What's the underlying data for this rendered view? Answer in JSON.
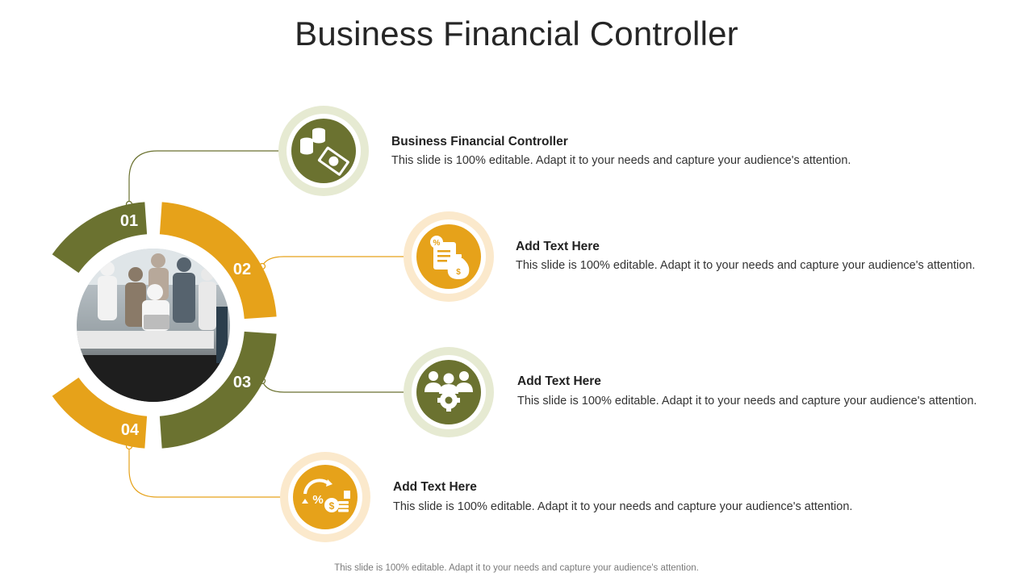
{
  "title": "Business Financial Controller",
  "colors": {
    "olive": "#6b7230",
    "gold": "#e6a21a",
    "olive_light": "#e6ead2",
    "gold_light": "#fbe9cc"
  },
  "segments": [
    {
      "number": "01",
      "color": "olive"
    },
    {
      "number": "02",
      "color": "gold"
    },
    {
      "number": "03",
      "color": "olive"
    },
    {
      "number": "04",
      "color": "gold"
    }
  ],
  "items": [
    {
      "heading": "Business Financial Controller",
      "text": "This slide is 100% editable. Adapt it to your needs and capture your audience's attention.",
      "icon": "coins-money-icon"
    },
    {
      "heading": "Add Text Here",
      "text": "This slide is 100% editable. Adapt it to your needs and capture your audience's attention.",
      "icon": "invoice-money-bag-icon"
    },
    {
      "heading": "Add Text Here",
      "text": "This slide is 100% editable. Adapt it to your needs and capture your audience's attention.",
      "icon": "team-gear-icon"
    },
    {
      "heading": "Add Text Here",
      "text": "This slide is 100% editable. Adapt it to your needs and capture your audience's attention.",
      "icon": "percent-dollar-cycle-icon"
    }
  ],
  "center_image": "team-meeting-photo",
  "footer": "This slide is 100% editable. Adapt it to your needs and capture your audience's attention."
}
